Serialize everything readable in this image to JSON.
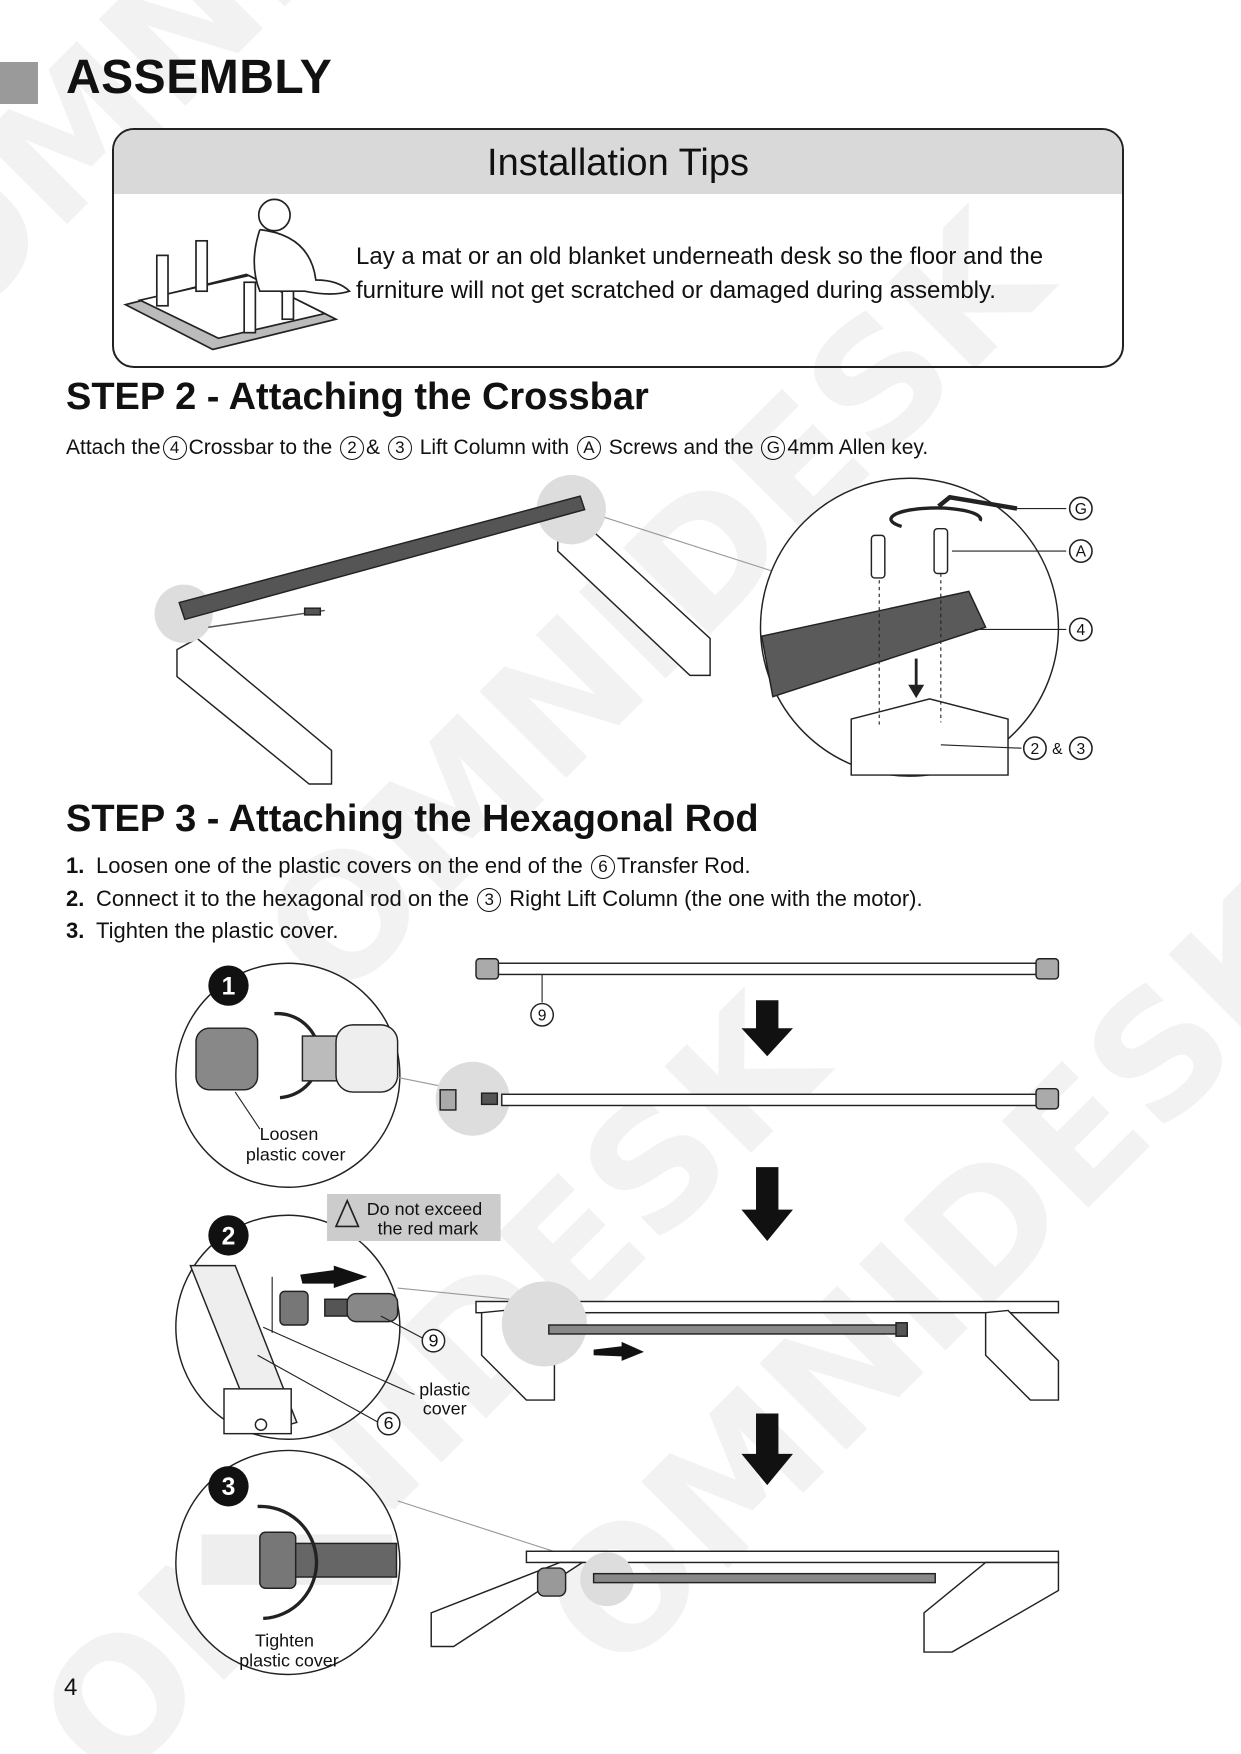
{
  "watermark": "OMNIDESK",
  "section_title": "ASSEMBLY",
  "tips": {
    "title": "Installation Tips",
    "text_line1": "Lay a mat or an old blanket underneath desk so the floor and the",
    "text_line2": "furniture will not get scratched or damaged during assembly."
  },
  "step2": {
    "heading": "STEP 2 - Attaching the Crossbar",
    "t1": "Attach the",
    "c1": "4",
    "t2": "Crossbar to the",
    "c2": "2",
    "t3": "&",
    "c3": "3",
    "t4": "Lift Column with",
    "c4": "A",
    "t5": "Screws and the",
    "c5": "G",
    "t6": "4mm Allen key.",
    "callouts": {
      "g": "G",
      "a": "A",
      "four": "4",
      "two": "2",
      "amp": "&",
      "three": "3"
    }
  },
  "step3": {
    "heading": "STEP 3 - Attaching the Hexagonal Rod",
    "items": [
      {
        "num": "1.",
        "a": "Loosen one of the plastic covers on the end of the",
        "c": "6",
        "b": "Transfer Rod."
      },
      {
        "num": "2.",
        "a": "Connect it to the hexagonal rod on the",
        "c": "3",
        "b": "Right Lift Column (the one with the motor)."
      },
      {
        "num": "3.",
        "a": "Tighten the plastic cover.",
        "c": null,
        "b": ""
      }
    ],
    "badges": [
      "1",
      "2",
      "3"
    ],
    "rod_label": "9",
    "loosen_label_1": "Loosen",
    "loosen_label_2": "plastic cover",
    "warning_1": "Do not exceed",
    "warning_2": "the red mark",
    "detail2_label_9": "9",
    "plastic_cover_1": "plastic",
    "plastic_cover_2": "cover",
    "detail2_label_6": "6",
    "tighten_label_1": "Tighten",
    "tighten_label_2": "plastic cover"
  },
  "page_number": "4"
}
